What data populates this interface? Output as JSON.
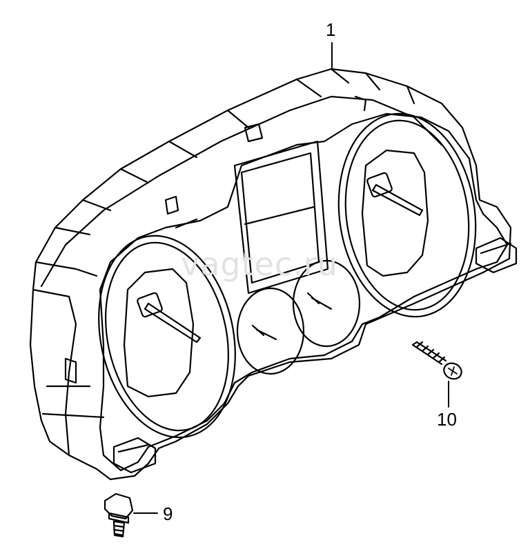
{
  "watermark": "vagtec.ru",
  "callouts": {
    "part1": "1",
    "part9": "9",
    "part10": "10"
  },
  "parts": {
    "instrument_cluster": "instrument-cluster",
    "clip": "clip",
    "screw": "tapping-screw"
  },
  "colors": {
    "line": "#000000",
    "background": "#ffffff",
    "watermark": "#e2e2e2"
  }
}
